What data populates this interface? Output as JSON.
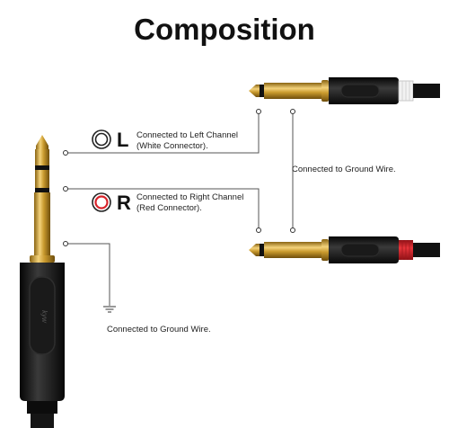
{
  "title": "Composition",
  "left_channel": {
    "letter": "L",
    "line1": "Connected to Left Channel",
    "line2": "(White Connector).",
    "ring_color": "#ffffff"
  },
  "right_channel": {
    "letter": "R",
    "line1": "Connected to Right Channel",
    "line2": "(Red Connector).",
    "ring_color": "#d8232a"
  },
  "ground_right": "Connected to Ground Wire.",
  "ground_left": "Connected to Ground Wire.",
  "colors": {
    "gold": "#c99a2e",
    "plug_body": "#1c1c1c",
    "red_collar": "#d8232a",
    "white_collar": "#f2f2f2"
  },
  "icons": [
    "ground-symbol-icon",
    "white-ring-icon",
    "red-ring-icon"
  ]
}
